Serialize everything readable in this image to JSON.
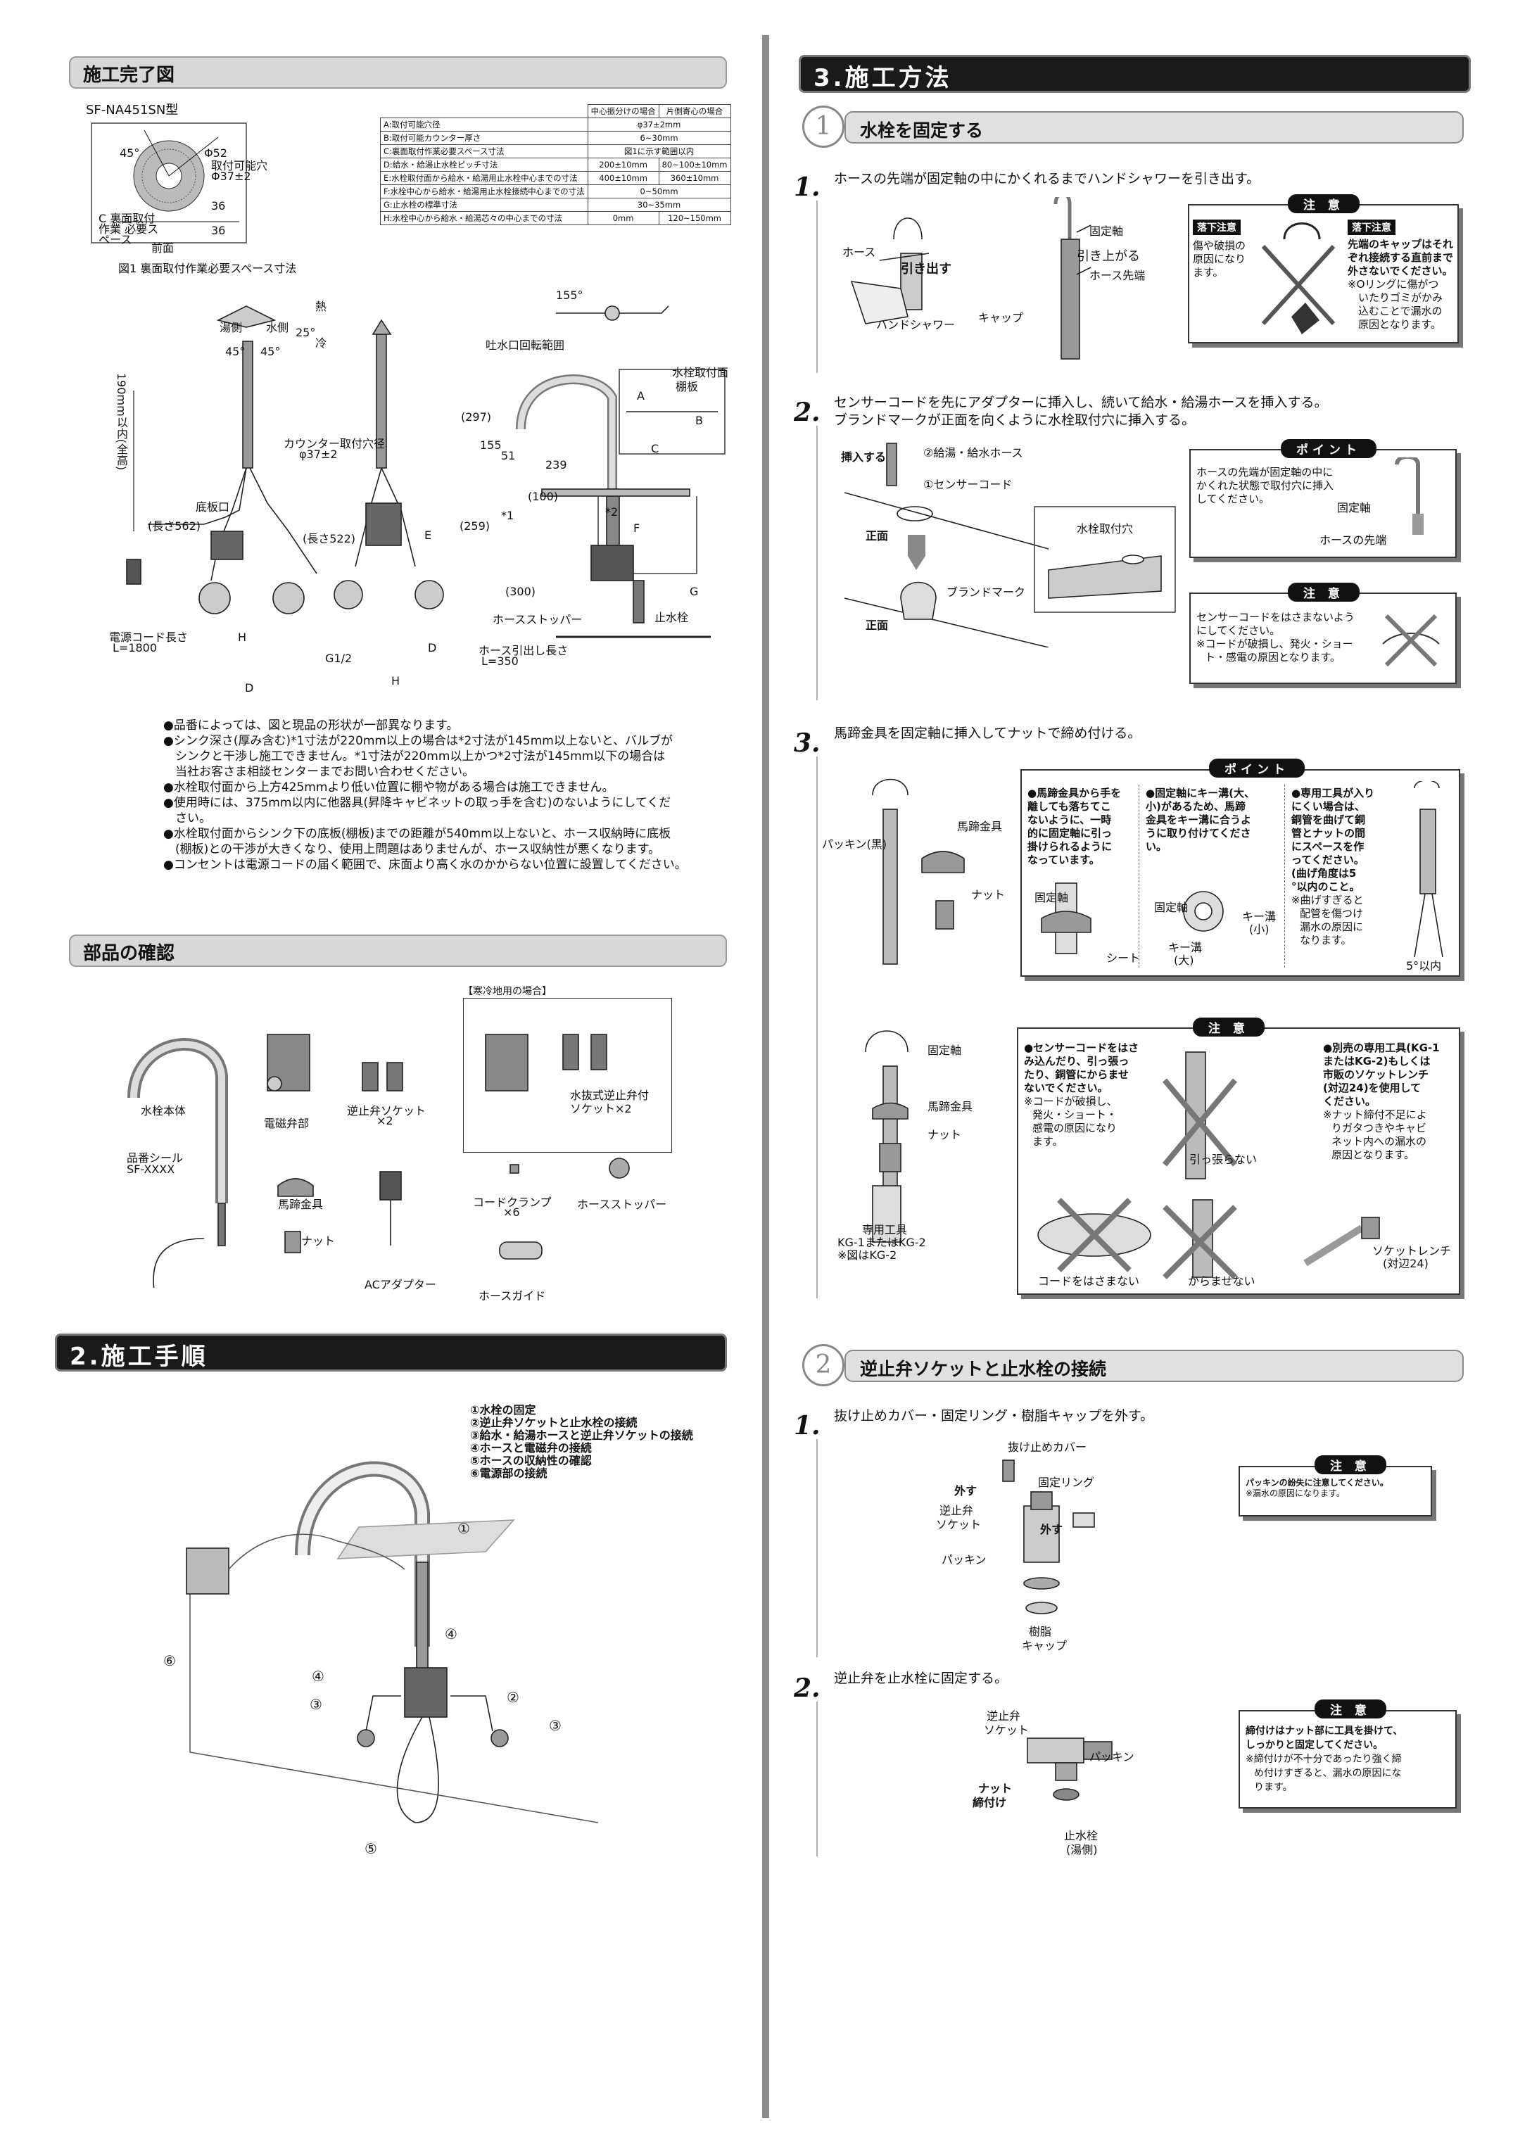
{
  "left": {
    "completion": {
      "header": "施工完了図",
      "model": "SF-NA451SN型",
      "table": {
        "col_headers": [
          "中心振分けの場合",
          "片側寄心の場合"
        ],
        "rows": [
          {
            "label": "A:取付可能穴径",
            "both": "φ37±2mm"
          },
          {
            "label": "B:取付可能カウンター厚さ",
            "both": "6~30mm"
          },
          {
            "label": "C:裏面取付作業必要スペース寸法",
            "both": "図1に示す範囲以内"
          },
          {
            "label": "D:給水・給湯止水栓ピッチ寸法",
            "v1": "200±10mm",
            "v2": "80~100±10mm"
          },
          {
            "label": "E:水栓取付面から給水・給湯用止水栓中心までの寸法",
            "v1": "400±10mm",
            "v2": "360±10mm"
          },
          {
            "label": "F:水栓中心から給水・給湯用止水栓接続中心までの寸法",
            "both": "0~50mm"
          },
          {
            "label": "G:止水栓の標準寸法",
            "both": "30~35mm"
          },
          {
            "label": "H:水栓中心から給水・給湯芯々の中心までの寸法",
            "v1": "0mm",
            "v2": "120~150mm"
          }
        ]
      },
      "fig1": {
        "caption": "図1 裏面取付作業必要スペース寸法",
        "labels": [
          "45°",
          "Φ52",
          "取付可能穴",
          "Φ37±2",
          "36",
          "36",
          "C 裏面取付作業 必要スペース",
          "前面"
        ]
      },
      "drawing_labels": {
        "yu": "湯側",
        "mizu": "水側",
        "angle25": "25°",
        "angle45a": "45°",
        "angle45b": "45°",
        "angle155": "155°",
        "hot": "熱",
        "cold": "冷",
        "range": "吐水口回転範囲",
        "counter": "カウンター取付穴径",
        "counter_d": "φ37±2",
        "bottom": "底板口",
        "len562": "(長さ562)",
        "len522": "(長さ522)",
        "power": "電源コード長さ",
        "power_len": "L=1800",
        "g12": "G1/2",
        "h": "H",
        "d": "D",
        "e": "E",
        "f": "F",
        "g": "G",
        "a": "A",
        "b": "B",
        "c": "C",
        "height": "190mm以内(全高)",
        "d297": "(297)",
        "d155": "155",
        "d51": "51",
        "d239": "239",
        "d100": "(100)",
        "d259": "(259)",
        "d300": "(300)",
        "star1": "*1",
        "star2": "*2",
        "stopper": "ホースストッパー",
        "hose_len": "ホース引出し長さ",
        "hose_len_v": "L=350",
        "faucet_plate": "水栓取付面",
        "cabinet": "棚板",
        "stop_valve": "止水栓"
      },
      "notes": [
        "●品番によっては、図と現品の形状が一部異なります。",
        "●シンク深さ(厚み含む)*1寸法が220mm以上の場合は*2寸法が145mm以上ないと、バルブが",
        "　シンクと干渉し施工できません。*1寸法が220mm以上かつ*2寸法が145mm以下の場合は",
        "　当社お客さま相談センターまでお問い合わせください。",
        "●水栓取付面から上方425mmより低い位置に棚や物がある場合は施工できません。",
        "●使用時には、375mm以内に他器具(昇降キャビネットの取っ手を含む)のないようにしてくだ",
        "　さい。",
        "●水栓取付面からシンク下の底板(棚板)までの距離が540mm以上ないと、ホース収納時に底板",
        "　(棚板)との干渉が大きくなり、使用上問題はありませんが、ホース収納性が悪くなります。",
        "●コンセントは電源コードの届く範囲で、床面より高く水のかからない位置に設置してください。"
      ]
    },
    "parts": {
      "header": "部品の確認",
      "cold_region": "【寒冷地用の場合】",
      "items": {
        "body": "水栓本体",
        "seal": "品番シール",
        "seal_code": "SF-XXXX",
        "valve": "電磁弁部",
        "socket": "逆止弁ソケット",
        "socket_qty": "×2",
        "drain_socket": "水抜式逆止弁付",
        "drain_socket2": "ソケット×2",
        "horseshoe": "馬蹄金具",
        "nut": "ナット",
        "adapter": "ACアダプター",
        "clamp": "コードクランプ",
        "clamp_qty": "×6",
        "stopper": "ホースストッパー",
        "guide": "ホースガイド"
      }
    },
    "procedure": {
      "header": "2.施工手順",
      "steps": [
        "①水栓の固定",
        "②逆止弁ソケットと止水栓の接続",
        "③給水・給湯ホースと逆止弁ソケットの接続",
        "④ホースと電磁弁の接続",
        "⑤ホースの収納性の確認",
        "⑥電源部の接続"
      ],
      "markers": [
        "①",
        "②",
        "③",
        "③",
        "④",
        "④",
        "⑤",
        "⑥"
      ]
    }
  },
  "right": {
    "header": "3.施工方法",
    "section1": {
      "num": "1",
      "title": "水栓を固定する",
      "step1": {
        "n": "1.",
        "text": "ホースの先端が固定軸の中にかくれるまでハンドシャワーを引き出す。",
        "labels": {
          "hose": "ホース",
          "pull": "引き出す",
          "handshower": "ハンドシャワー",
          "axis": "固定軸",
          "rise": "引き上がる",
          "hose_tip": "ホース先端",
          "cap": "キャップ"
        },
        "caution": {
          "title": "注 意",
          "left_label": "落下注意",
          "left_text": [
            "傷や破損の",
            "原因になり",
            "ます。"
          ],
          "right_label": "落下注意",
          "right_text": [
            "先端のキャップはそれ",
            "ぞれ接続する直前まで",
            "外さないでください。"
          ],
          "right_note": [
            "※Oリングに傷がつ",
            "いたりゴミがかみ",
            "込むことで漏水の",
            "原因となります。"
          ]
        }
      },
      "step2": {
        "n": "2.",
        "text1": "センサーコードを先にアダプターに挿入し、続いて給水・給湯ホースを挿入する。",
        "text2": "ブランドマークが正面を向くように水栓取付穴に挿入する。",
        "labels": {
          "insert": "挿入する",
          "hose2": "②給湯・給水ホース",
          "sensor1": "①センサーコード",
          "front1": "正面",
          "front2": "正面",
          "hole": "水栓取付穴",
          "brand": "ブランドマーク"
        },
        "point": {
          "title": "ポイント",
          "text": [
            "ホースの先端が固定軸の中に",
            "かくれた状態で取付穴に挿入",
            "してください。"
          ],
          "axis": "固定軸",
          "tip": "ホースの先端"
        },
        "caution": {
          "title": "注 意",
          "text": [
            "センサーコードをはさまないよう",
            "にしてください。"
          ],
          "note": [
            "※コードが破損し、発火・ショー",
            "ト・感電の原因となります。"
          ]
        }
      },
      "step3": {
        "n": "3.",
        "text": "馬蹄金具を固定軸に挿入してナットで締め付ける。",
        "labels": {
          "packing": "パッキン(黒)",
          "horseshoe": "馬蹄金具",
          "nut": "ナット",
          "axis": "固定軸",
          "sheet": "シート",
          "axis2": "固定軸",
          "key_small": "キー溝",
          "key_small2": "(小)",
          "key_big": "キー溝",
          "key_big2": "(大)",
          "within5": "5°以内"
        },
        "point": {
          "title": "ポイント",
          "col1": [
            "●馬蹄金具から手を",
            "離しても落ちてこ",
            "ないように、一時",
            "的に固定軸に引っ",
            "掛けられるように",
            "なっています。"
          ],
          "col2": [
            "●固定軸にキー溝(大、",
            "小)があるため、馬蹄",
            "金具をキー溝に合うよ",
            "うに取り付けてくださ",
            "い。"
          ],
          "col3": [
            "●専用工具が入り",
            "にくい場合は、",
            "銅管を曲げて銅",
            "管とナットの間",
            "にスペースを作",
            "ってください。",
            "(曲げ角度は5",
            "°以内のこと。"
          ],
          "col3_note": [
            "※曲げすぎると",
            "配管を傷つけ",
            "漏水の原因に",
            "なります。"
          ]
        },
        "caution": {
          "title": "注 意",
          "col1": [
            "●センサーコードをはさ",
            "み込んだり、引っ張っ",
            "たり、銅管にからませ",
            "ないでください。"
          ],
          "col1_note": [
            "※コードが破損し、",
            "発火・ショート・",
            "感電の原因になり",
            "ます。"
          ],
          "col3": [
            "●別売の専用工具(KG-1",
            "またはKG-2)もしくは",
            "市販のソケットレンチ",
            "(対辺24)を使用して",
            "ください。"
          ],
          "col3_note": [
            "※ナット締付不足によ",
            "りガタつきやキャビ",
            "ネット内への漏水の",
            "原因となります。"
          ],
          "no_pull": "引っ張らない",
          "no_pinch": "コードをはさまない",
          "no_tangle": "からませない",
          "wrench": "ソケットレンチ",
          "wrench2": "(対辺24)"
        },
        "tool_labels": {
          "axis": "固定軸",
          "horseshoe": "馬蹄金具",
          "nut": "ナット",
          "tool": "専用工具",
          "tool2": "KG-1またはKG-2",
          "tool3": "※図はKG-2"
        }
      }
    },
    "section2": {
      "num": "2",
      "title": "逆止弁ソケットと止水栓の接続",
      "step1": {
        "n": "1.",
        "text": "抜け止めカバー・固定リング・樹脂キャップを外す。",
        "labels": {
          "cover": "抜け止めカバー",
          "remove1": "外す",
          "ring": "固定リング",
          "socket": "逆止弁",
          "socket2": "ソケット",
          "remove2": "外す",
          "packing": "パッキン",
          "cap": "樹脂",
          "cap2": "キャップ"
        },
        "caution": {
          "title": "注 意",
          "text": "パッキンの紛失に注意してください。",
          "note": "※漏水の原因になります。"
        }
      },
      "step2": {
        "n": "2.",
        "text": "逆止弁を止水栓に固定する。",
        "labels": {
          "socket": "逆止弁",
          "socket2": "ソケット",
          "packing": "パッキン",
          "nut": "ナット",
          "tighten": "締付け",
          "valve": "止水栓",
          "valve2": "(湯側)"
        },
        "caution": {
          "title": "注 意",
          "text": [
            "締付けはナット部に工具を掛けて、",
            "しっかりと固定してください。"
          ],
          "note": [
            "※締付けが不十分であったり強く締",
            "め付けすぎると、漏水の原因にな",
            "ります。"
          ]
        }
      }
    }
  }
}
